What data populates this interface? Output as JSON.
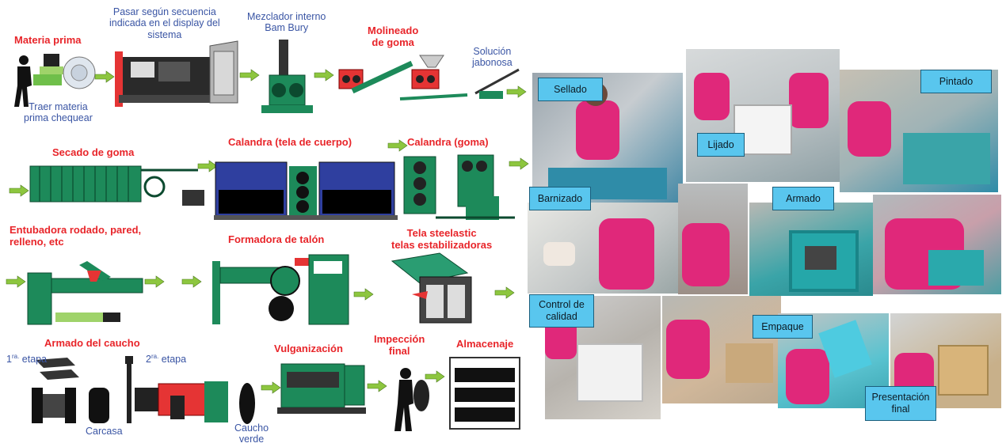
{
  "process_labels": {
    "materia_prima": "Materia prima",
    "traer": "Traer materia\nprima chequear",
    "pasar": "Pasar según secuencia\nindicada en el display del\nsistema",
    "mezclador": "Mezclador interno\nBam Bury",
    "molineado": "Molineado\nde goma",
    "solucion": "Solución\njabonosa",
    "secado": "Secado de goma",
    "calandra_tela": "Calandra (tela de cuerpo)",
    "calandra_goma": "Calandra (goma)",
    "entubadora": "Entubadora rodado, pared,\nrelleno, etc",
    "formadora": "Formadora de talón",
    "tela_steel": "Tela steelastic\ntelas estabilizadoras",
    "armado_caucho": "Armado del caucho",
    "etapa1_num": "1",
    "etapa1_sup": "ra.",
    "etapa1_txt": " etapa",
    "etapa2_num": "2",
    "etapa2_sup": "ra.",
    "etapa2_txt": " etapa",
    "carcasa": "Carcasa",
    "caucho_verde": "Caucho\nverde",
    "vulganizacion": "Vulganización",
    "impeccion": "Impección\nfinal",
    "almacenaje": "Almacenaje"
  },
  "photo_tags": {
    "sellado": "Sellado",
    "lijado": "Lijado",
    "pintado": "Pintado",
    "barnizado": "Barnizado",
    "armado": "Armado",
    "control": "Control de\ncalidad",
    "empaque": "Empaque",
    "presentacion": "Presentación\nfinal"
  },
  "colors": {
    "label_red": "#e8252a",
    "label_blue": "#3a55a4",
    "machine_green": "#1d8a5a",
    "arrow_green": "#8dc63f",
    "tag_blue": "#59c6ee",
    "apron_pink": "#e0287a"
  }
}
